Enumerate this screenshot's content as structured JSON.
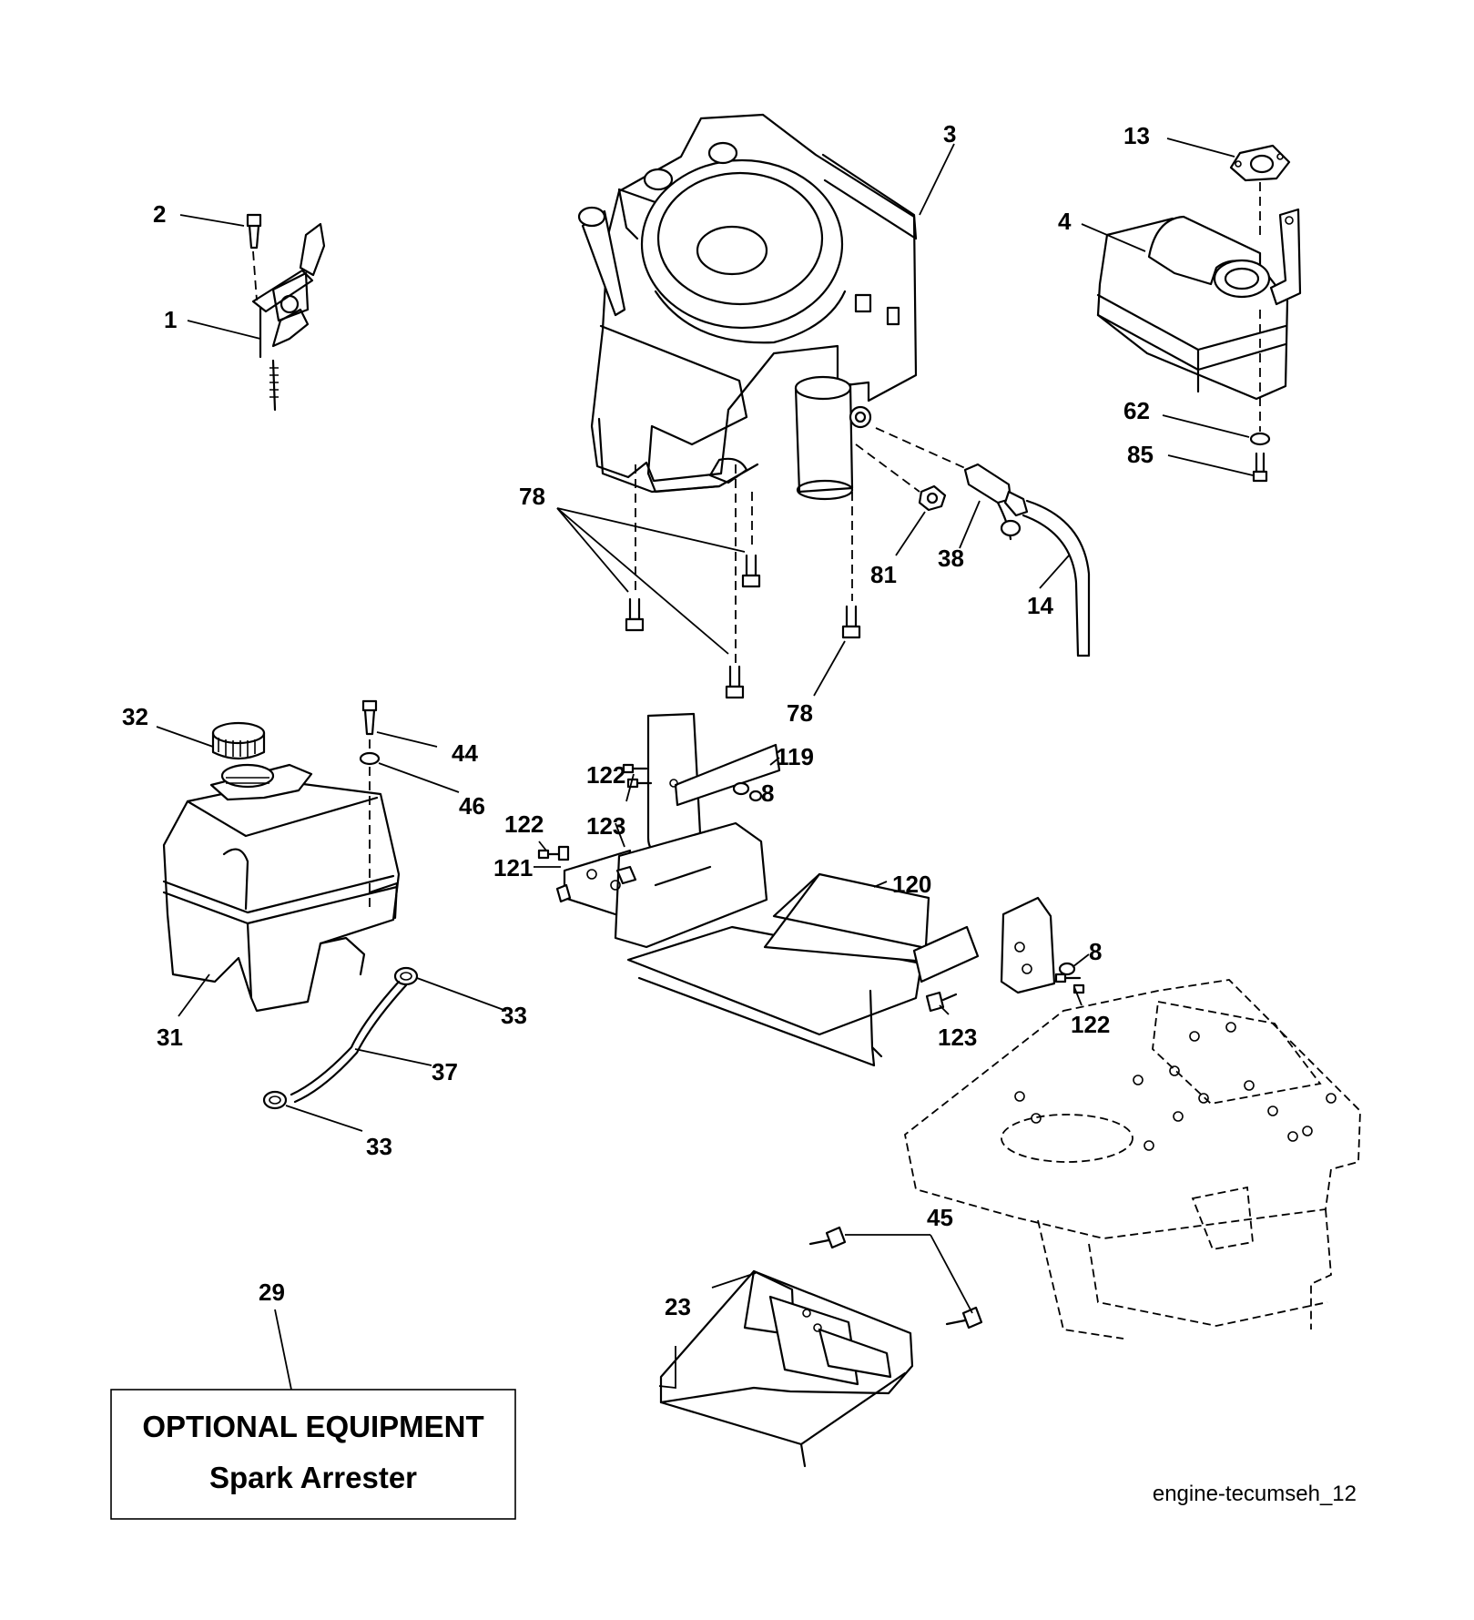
{
  "callouts": {
    "c1": "1",
    "c2": "2",
    "c3": "3",
    "c4": "4",
    "c8a": "8",
    "c8b": "8",
    "c13": "13",
    "c14": "14",
    "c23": "23",
    "c29": "29",
    "c31": "31",
    "c32": "32",
    "c33a": "33",
    "c33b": "33",
    "c37": "37",
    "c38": "38",
    "c44": "44",
    "c45": "45",
    "c46": "46",
    "c62": "62",
    "c78a": "78",
    "c78b": "78",
    "c81": "81",
    "c85": "85",
    "c119": "119",
    "c120": "120",
    "c121": "121",
    "c122a": "122",
    "c122b": "122",
    "c122c": "122",
    "c123a": "123",
    "c123b": "123"
  },
  "optional_box": {
    "line1": "OPTIONAL EQUIPMENT",
    "line2": "Spark Arrester"
  },
  "file_label": "engine-tecumseh_12",
  "colors": {
    "ink": "#000000",
    "paper": "#ffffff"
  }
}
